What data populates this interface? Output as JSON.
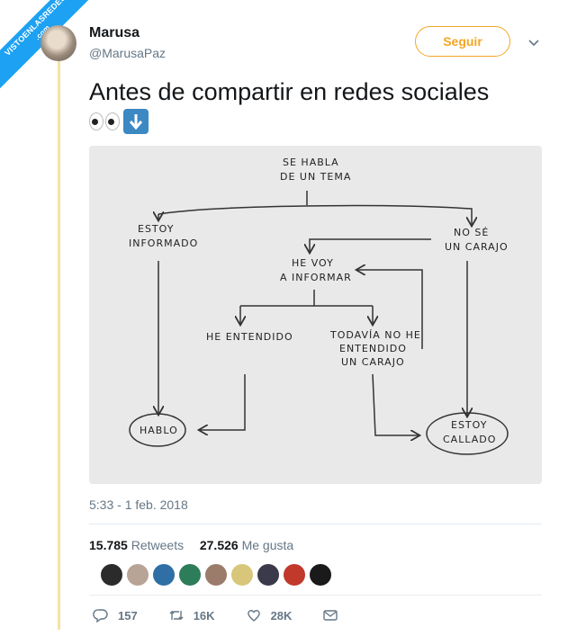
{
  "watermark": {
    "line1": "VISTOENLASREDES",
    "line2": ".com"
  },
  "user": {
    "name": "Marusa",
    "handle": "@MarusaPaz"
  },
  "follow_button": {
    "label": "Seguir"
  },
  "tweet": {
    "text": "Antes de compartir en redes sociales",
    "emojis": [
      "eyes-emoji",
      "down-arrow-emoji"
    ]
  },
  "image": {
    "nodes": {
      "top1": "SE HABLA",
      "top2": "DE UN TEMA",
      "left1": "ESTOY",
      "left2": "INFORMADO",
      "right1": "NO SÉ",
      "right2": "UN CARAJO",
      "mid1": "HE VOY",
      "mid2": "A INFORMAR",
      "understood": "HE ENTENDIDO",
      "not1": "TODAVÍA NO HE",
      "not2": "ENTENDIDO",
      "not3": "UN CARAJO",
      "speak": "HABLO",
      "quiet1": "ESTOY",
      "quiet2": "CALLADO"
    }
  },
  "timestamp": "5:33 - 1 feb. 2018",
  "stats": {
    "retweets_count": "15.785",
    "retweets_label": "Retweets",
    "likes_count": "27.526",
    "likes_label": "Me gusta"
  },
  "likers": [
    "#2b2b2b",
    "#b8a497",
    "#2f6fa5",
    "#2e7d5a",
    "#9b7b6a",
    "#d8c77a",
    "#3a3a4a",
    "#c0392b",
    "#1a1a1a"
  ],
  "actions": {
    "replies": "157",
    "retweets": "16K",
    "likes": "28K"
  },
  "colors": {
    "accent": "#f5a623",
    "link": "#1da1f2",
    "muted": "#657786"
  }
}
